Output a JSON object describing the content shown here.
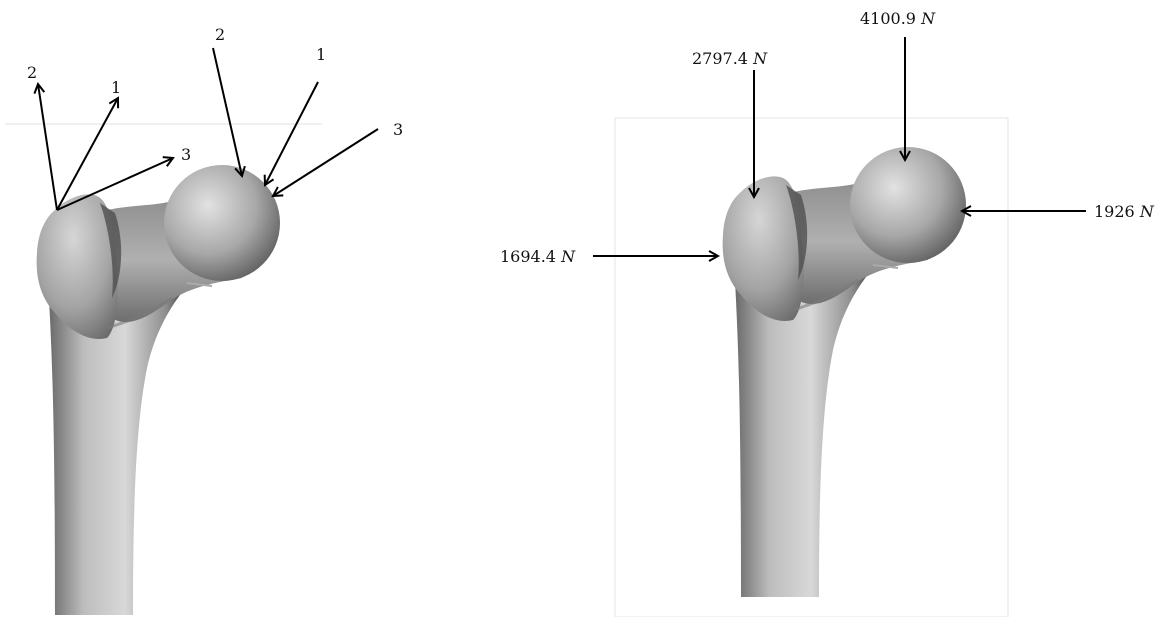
{
  "left_panel": {
    "load_labels": [
      "2",
      "1",
      "3",
      "2",
      "1",
      "3"
    ]
  },
  "right_panel": {
    "forces": [
      {
        "value": "2797.4",
        "unit": "N"
      },
      {
        "value": "4100.9",
        "unit": "N"
      },
      {
        "value": "1694.4",
        "unit": "N"
      },
      {
        "value": "1926",
        "unit": "N"
      }
    ]
  }
}
